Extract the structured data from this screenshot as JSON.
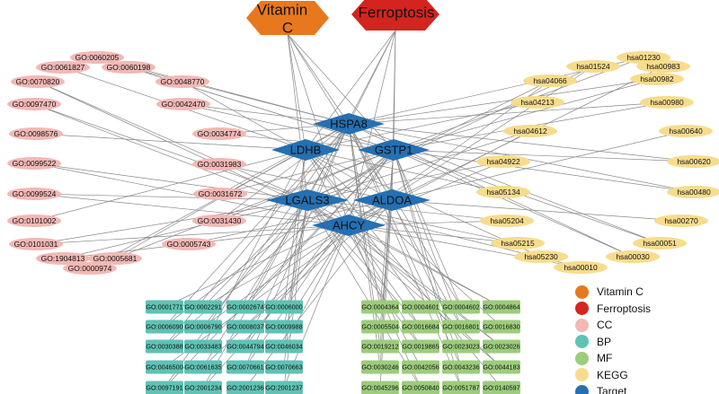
{
  "colors": {
    "vitamin": "#e8781e",
    "ferro": "#d4241f",
    "cc": "#f2b8b5",
    "bp": "#5fc2b4",
    "mf": "#9ccc7c",
    "kegg": "#f7dc8c",
    "target": "#2470b3",
    "edge": "#8a8a8a"
  },
  "network": {
    "hubs": [
      {
        "id": "vitc",
        "label": [
          "Vitamin",
          "C"
        ],
        "group": "vitamin"
      },
      {
        "id": "ferro",
        "label": [
          "Ferroptosis"
        ],
        "group": "ferro"
      }
    ],
    "targets": [
      {
        "id": "HSPA8",
        "label": "HSPA8"
      },
      {
        "id": "LDHB",
        "label": "LDHB"
      },
      {
        "id": "GSTP1",
        "label": "GSTP1"
      },
      {
        "id": "LGALS3",
        "label": "LGALS3"
      },
      {
        "id": "ALDOA",
        "label": "ALDOA"
      },
      {
        "id": "AHCY",
        "label": "AHCY"
      }
    ],
    "cc": [
      "GO:0060205",
      "GO:0061827",
      "GO:0060198",
      "GO:0070820",
      "GO:0048770",
      "GO:0097470",
      "GO:0042470",
      "GO:0098576",
      "GO:0034774",
      "GO:0099522",
      "GO:0031983",
      "GO:0099524",
      "GO:0031672",
      "GO:0101002",
      "GO:0031430",
      "GO:0101031",
      "GO:0005743",
      "GO:1904813",
      "GO:0005681",
      "GO:0000974"
    ],
    "kegg": [
      "hsa01230",
      "hsa01524",
      "hsa00983",
      "hsa04066",
      "hsa00982",
      "hsa04213",
      "hsa00980",
      "hsa04612",
      "hsa00640",
      "hsa04922",
      "hsa00620",
      "hsa05134",
      "hsa00480",
      "hsa05204",
      "hsa00270",
      "hsa05215",
      "hsa00051",
      "hsa05230",
      "hsa00030",
      "hsa00010"
    ],
    "bp": [
      [
        "GO:0001771",
        "GO:0002291",
        "GO:0002674",
        "GO:0006000"
      ],
      [
        "GO:0006090",
        "GO:0006790",
        "GO:0008037",
        "GO:0009988"
      ],
      [
        "GO:0030388",
        "GO:0033483",
        "GO:0044794",
        "GO:0046034"
      ],
      [
        "GO:0046500",
        "GO:0061635",
        "GO:0070661",
        "GO:0070663"
      ],
      [
        "GO:0097191",
        "GO:2001234",
        "GO:2001236",
        "GO:2001237"
      ]
    ],
    "mf": [
      [
        "GO:0004364",
        "GO:0004601",
        "GO:0004602",
        "GO:0004864"
      ],
      [
        "GO:0005504",
        "GO:0016684",
        "GO:0016801",
        "GO:0016830"
      ],
      [
        "GO:0019212",
        "GO:0019865",
        "GO:0023023",
        "GO:0023026"
      ],
      [
        "GO:0030246",
        "GO:0042056",
        "GO:0043236",
        "GO:0044183"
      ],
      [
        "GO:0045296",
        "GO:0050840",
        "GO:0051787",
        "GO:0140597"
      ]
    ]
  },
  "legend": [
    {
      "label": "Vitamin C",
      "color_key": "vitamin"
    },
    {
      "label": "Ferroptosis",
      "color_key": "ferro"
    },
    {
      "label": "CC",
      "color_key": "cc"
    },
    {
      "label": "BP",
      "color_key": "bp"
    },
    {
      "label": "MF",
      "color_key": "mf"
    },
    {
      "label": "KEGG",
      "color_key": "kegg"
    },
    {
      "label": "Target",
      "color_key": "target"
    }
  ]
}
